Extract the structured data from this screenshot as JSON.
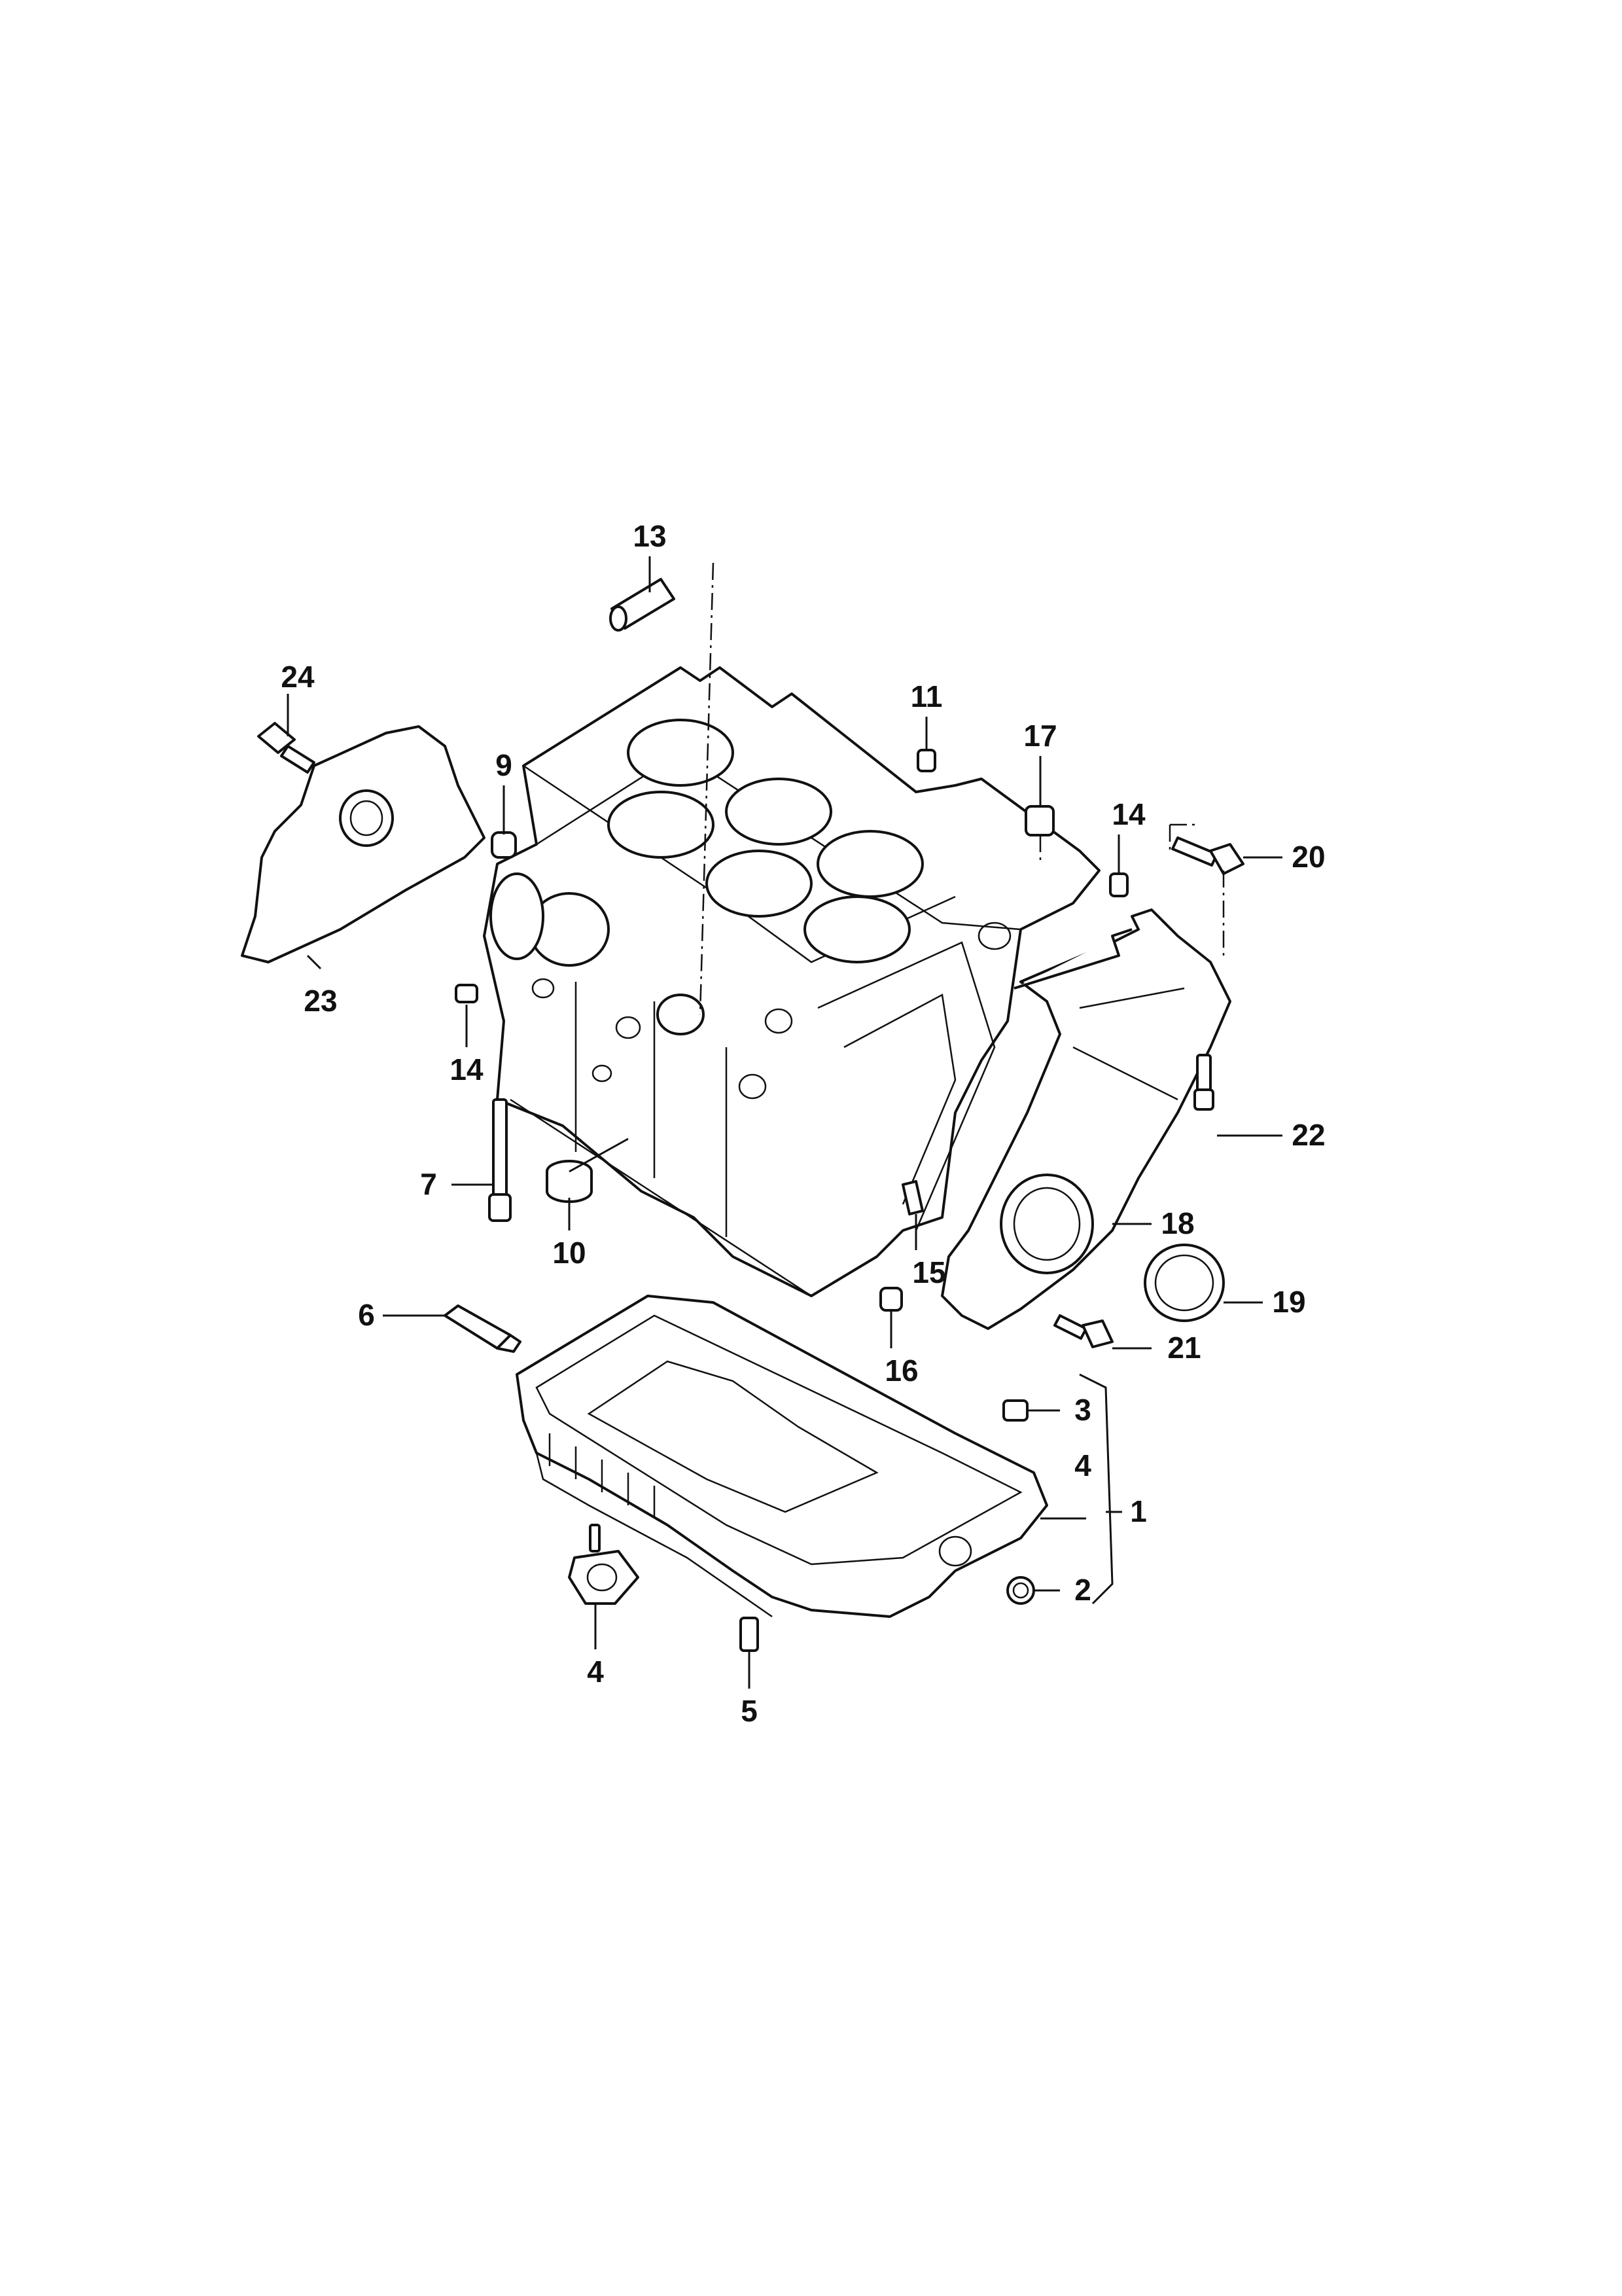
{
  "labels": {
    "l1": "1",
    "l2": "2",
    "l3": "3",
    "l4a": "4",
    "l4b": "4",
    "l5": "5",
    "l6": "6",
    "l7": "7",
    "l9": "9",
    "l10": "10",
    "l11": "11",
    "l13": "13",
    "l14a": "14",
    "l14b": "14",
    "l15": "15",
    "l16": "16",
    "l17": "17",
    "l18": "18",
    "l19": "19",
    "l20": "20",
    "l21": "21",
    "l22": "22",
    "l23": "23",
    "l24": "24"
  }
}
